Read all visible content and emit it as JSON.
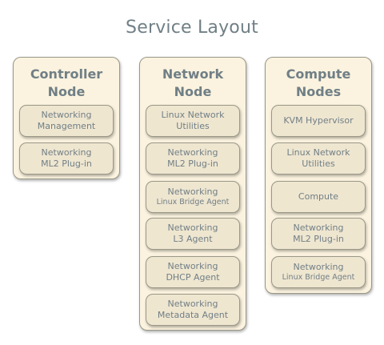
{
  "diagram": {
    "title": "Service Layout",
    "columns": [
      {
        "heading": [
          "Controller",
          "Node"
        ],
        "services": [
          [
            "Networking",
            "Management"
          ],
          [
            "Networking",
            "ML2 Plug-in"
          ]
        ]
      },
      {
        "heading": [
          "Network",
          "Node"
        ],
        "services": [
          [
            "Linux Network",
            "Utilities"
          ],
          [
            "Networking",
            "ML2 Plug-in"
          ],
          [
            "Networking",
            "Linux Bridge Agent"
          ],
          [
            "Networking",
            "L3 Agent"
          ],
          [
            "Networking",
            "DHCP Agent"
          ],
          [
            "Networking",
            "Metadata Agent"
          ]
        ]
      },
      {
        "heading": [
          "Compute",
          "Nodes"
        ],
        "services": [
          [
            "KVM Hypervisor"
          ],
          [
            "Linux Network",
            "Utilities"
          ],
          [
            "Compute"
          ],
          [
            "Networking",
            "ML2 Plug-in"
          ],
          [
            "Networking",
            "Linux Bridge Agent"
          ]
        ]
      }
    ]
  }
}
